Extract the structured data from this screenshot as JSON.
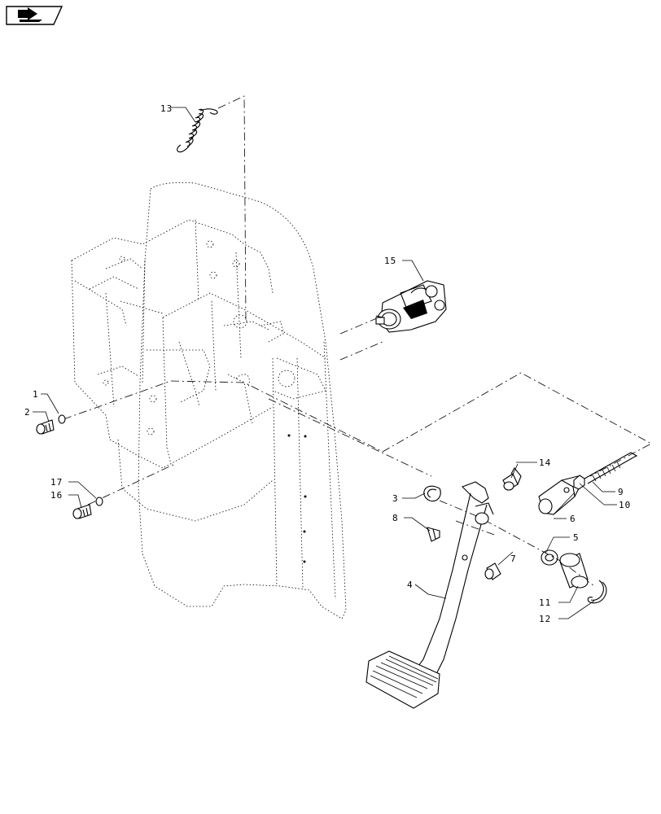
{
  "callouts": [
    {
      "id": "1",
      "label": "1"
    },
    {
      "id": "2",
      "label": "2"
    },
    {
      "id": "3",
      "label": "3"
    },
    {
      "id": "4",
      "label": "4"
    },
    {
      "id": "5",
      "label": "5"
    },
    {
      "id": "6",
      "label": "6"
    },
    {
      "id": "7",
      "label": "7"
    },
    {
      "id": "8",
      "label": "8"
    },
    {
      "id": "9",
      "label": "9"
    },
    {
      "id": "10",
      "label": "10"
    },
    {
      "id": "11",
      "label": "11"
    },
    {
      "id": "12",
      "label": "12"
    },
    {
      "id": "13",
      "label": "13"
    },
    {
      "id": "14",
      "label": "14"
    },
    {
      "id": "15",
      "label": "15"
    },
    {
      "id": "16",
      "label": "16"
    },
    {
      "id": "17",
      "label": "17"
    }
  ],
  "nav_icon": "arrow-right-icon"
}
